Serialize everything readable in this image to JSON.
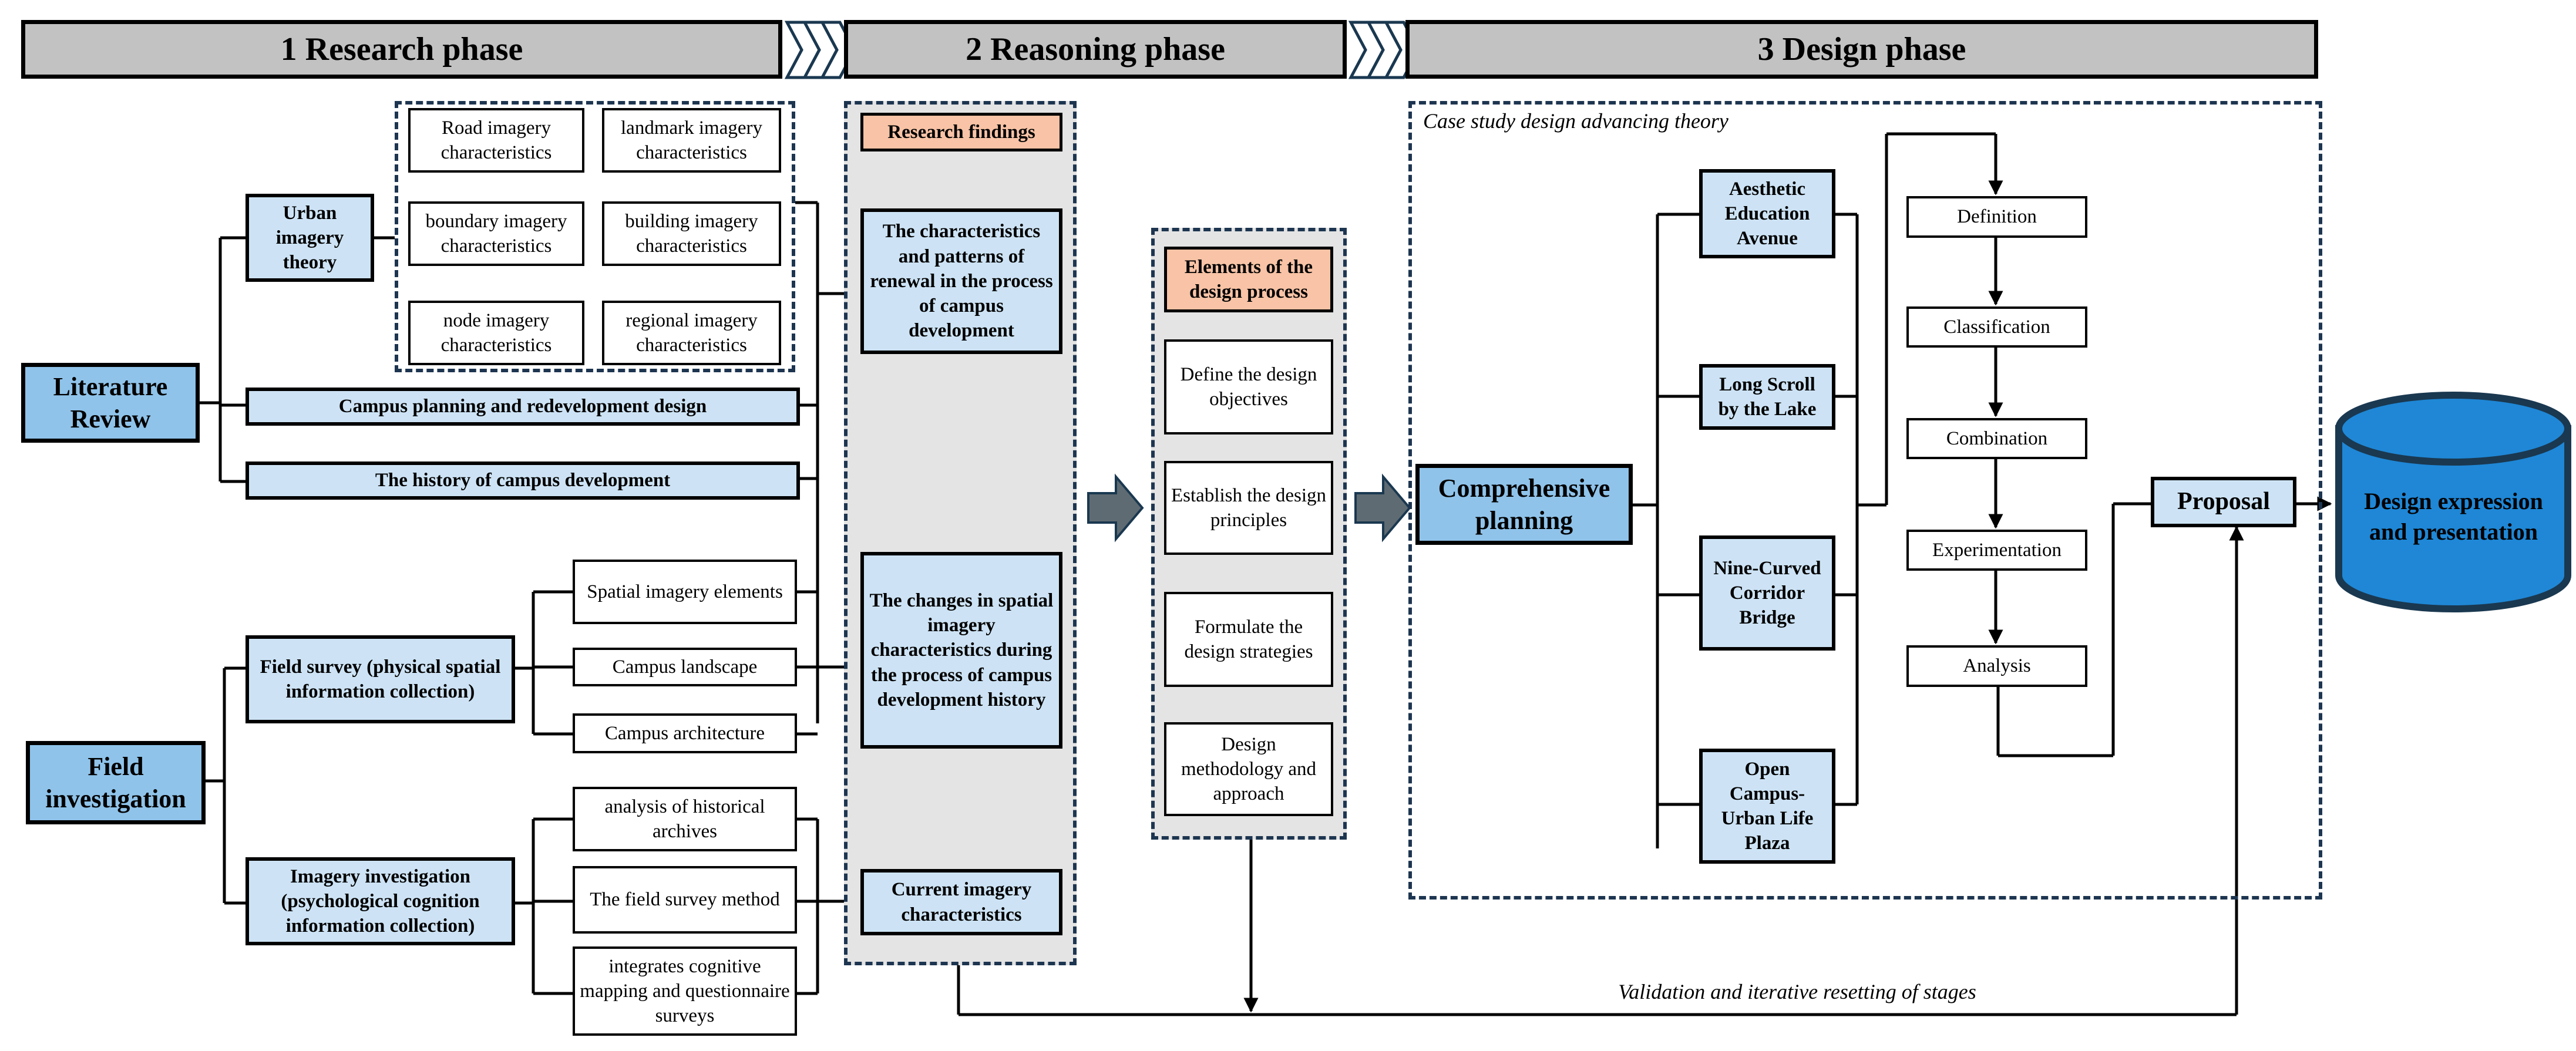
{
  "phases": {
    "research": "1 Research phase",
    "reasoning": "2 Reasoning phase",
    "design": "3 Design phase"
  },
  "research": {
    "literature_review": "Literature Review",
    "field_investigation": "Field investigation",
    "urban_imagery_theory": "Urban imagery theory",
    "imagery_characteristics": [
      "Road imagery characteristics",
      "landmark imagery characteristics",
      "boundary imagery characteristics",
      "building imagery characteristics",
      "node imagery characteristics",
      "regional imagery characteristics"
    ],
    "campus_planning": "Campus planning and redevelopment design",
    "campus_history": "The history of campus development",
    "field_survey": "Field survey (physical spatial information collection)",
    "field_survey_items": [
      "Spatial imagery elements",
      "Campus landscape",
      "Campus architecture"
    ],
    "imagery_investigation": "Imagery investigation (psychological cognition information collection)",
    "imagery_investigation_items": [
      "analysis of historical archives",
      "The field survey method",
      "integrates cognitive mapping and questionnaire surveys"
    ]
  },
  "reasoning": {
    "research_findings": "Research findings",
    "findings": [
      "The characteristics and patterns of renewal in the process of campus development",
      "The changes in spatial imagery characteristics during the process of campus development history",
      "Current imagery characteristics"
    ],
    "elements_title": "Elements of the design process",
    "elements": [
      "Define the design objectives",
      "Establish the design principles",
      "Formulate the design strategies",
      "Design methodology and approach"
    ]
  },
  "design": {
    "case_study_label": "Case study design advancing theory",
    "comprehensive_planning": "Comprehensive planning",
    "cases": [
      "Aesthetic Education Avenue",
      "Long Scroll by the Lake",
      "Nine-Curved Corridor Bridge",
      "Open Campus-Urban Life Plaza"
    ],
    "steps": [
      "Definition",
      "Classification",
      "Combination",
      "Experimentation",
      "Analysis"
    ],
    "proposal": "Proposal",
    "output": "Design expression and presentation"
  },
  "feedback_label": "Validation and iterative resetting of stages",
  "colors": {
    "main_blue": "#8fc3ea",
    "light_blue": "#cde3f5",
    "peach": "#f8c3a6",
    "phase_grey": "#c2c2c2",
    "cylinder_blue": "#1f87d6",
    "arrow_grey": "#5f6b72"
  }
}
